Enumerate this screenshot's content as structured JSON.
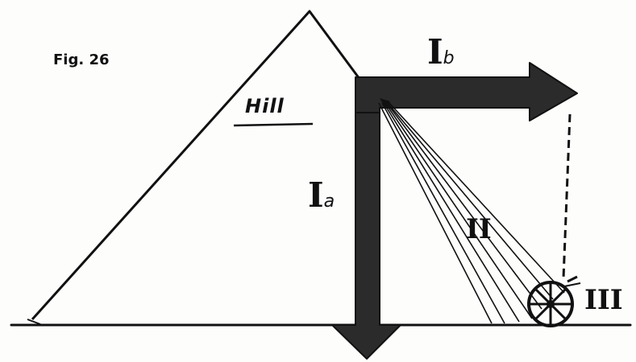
{
  "figure": {
    "label": "Fig. 26"
  },
  "hill": {
    "label": "Hill"
  },
  "labels": {
    "ia_numeral": "I",
    "ia_suffix": "a",
    "ib_numeral": "I",
    "ib_suffix": "b",
    "ii": "II",
    "iii": "III"
  },
  "colors": {
    "ink": "#111111",
    "arrow_fill": "#2b2b2b",
    "paper": "#fdfdfc"
  }
}
